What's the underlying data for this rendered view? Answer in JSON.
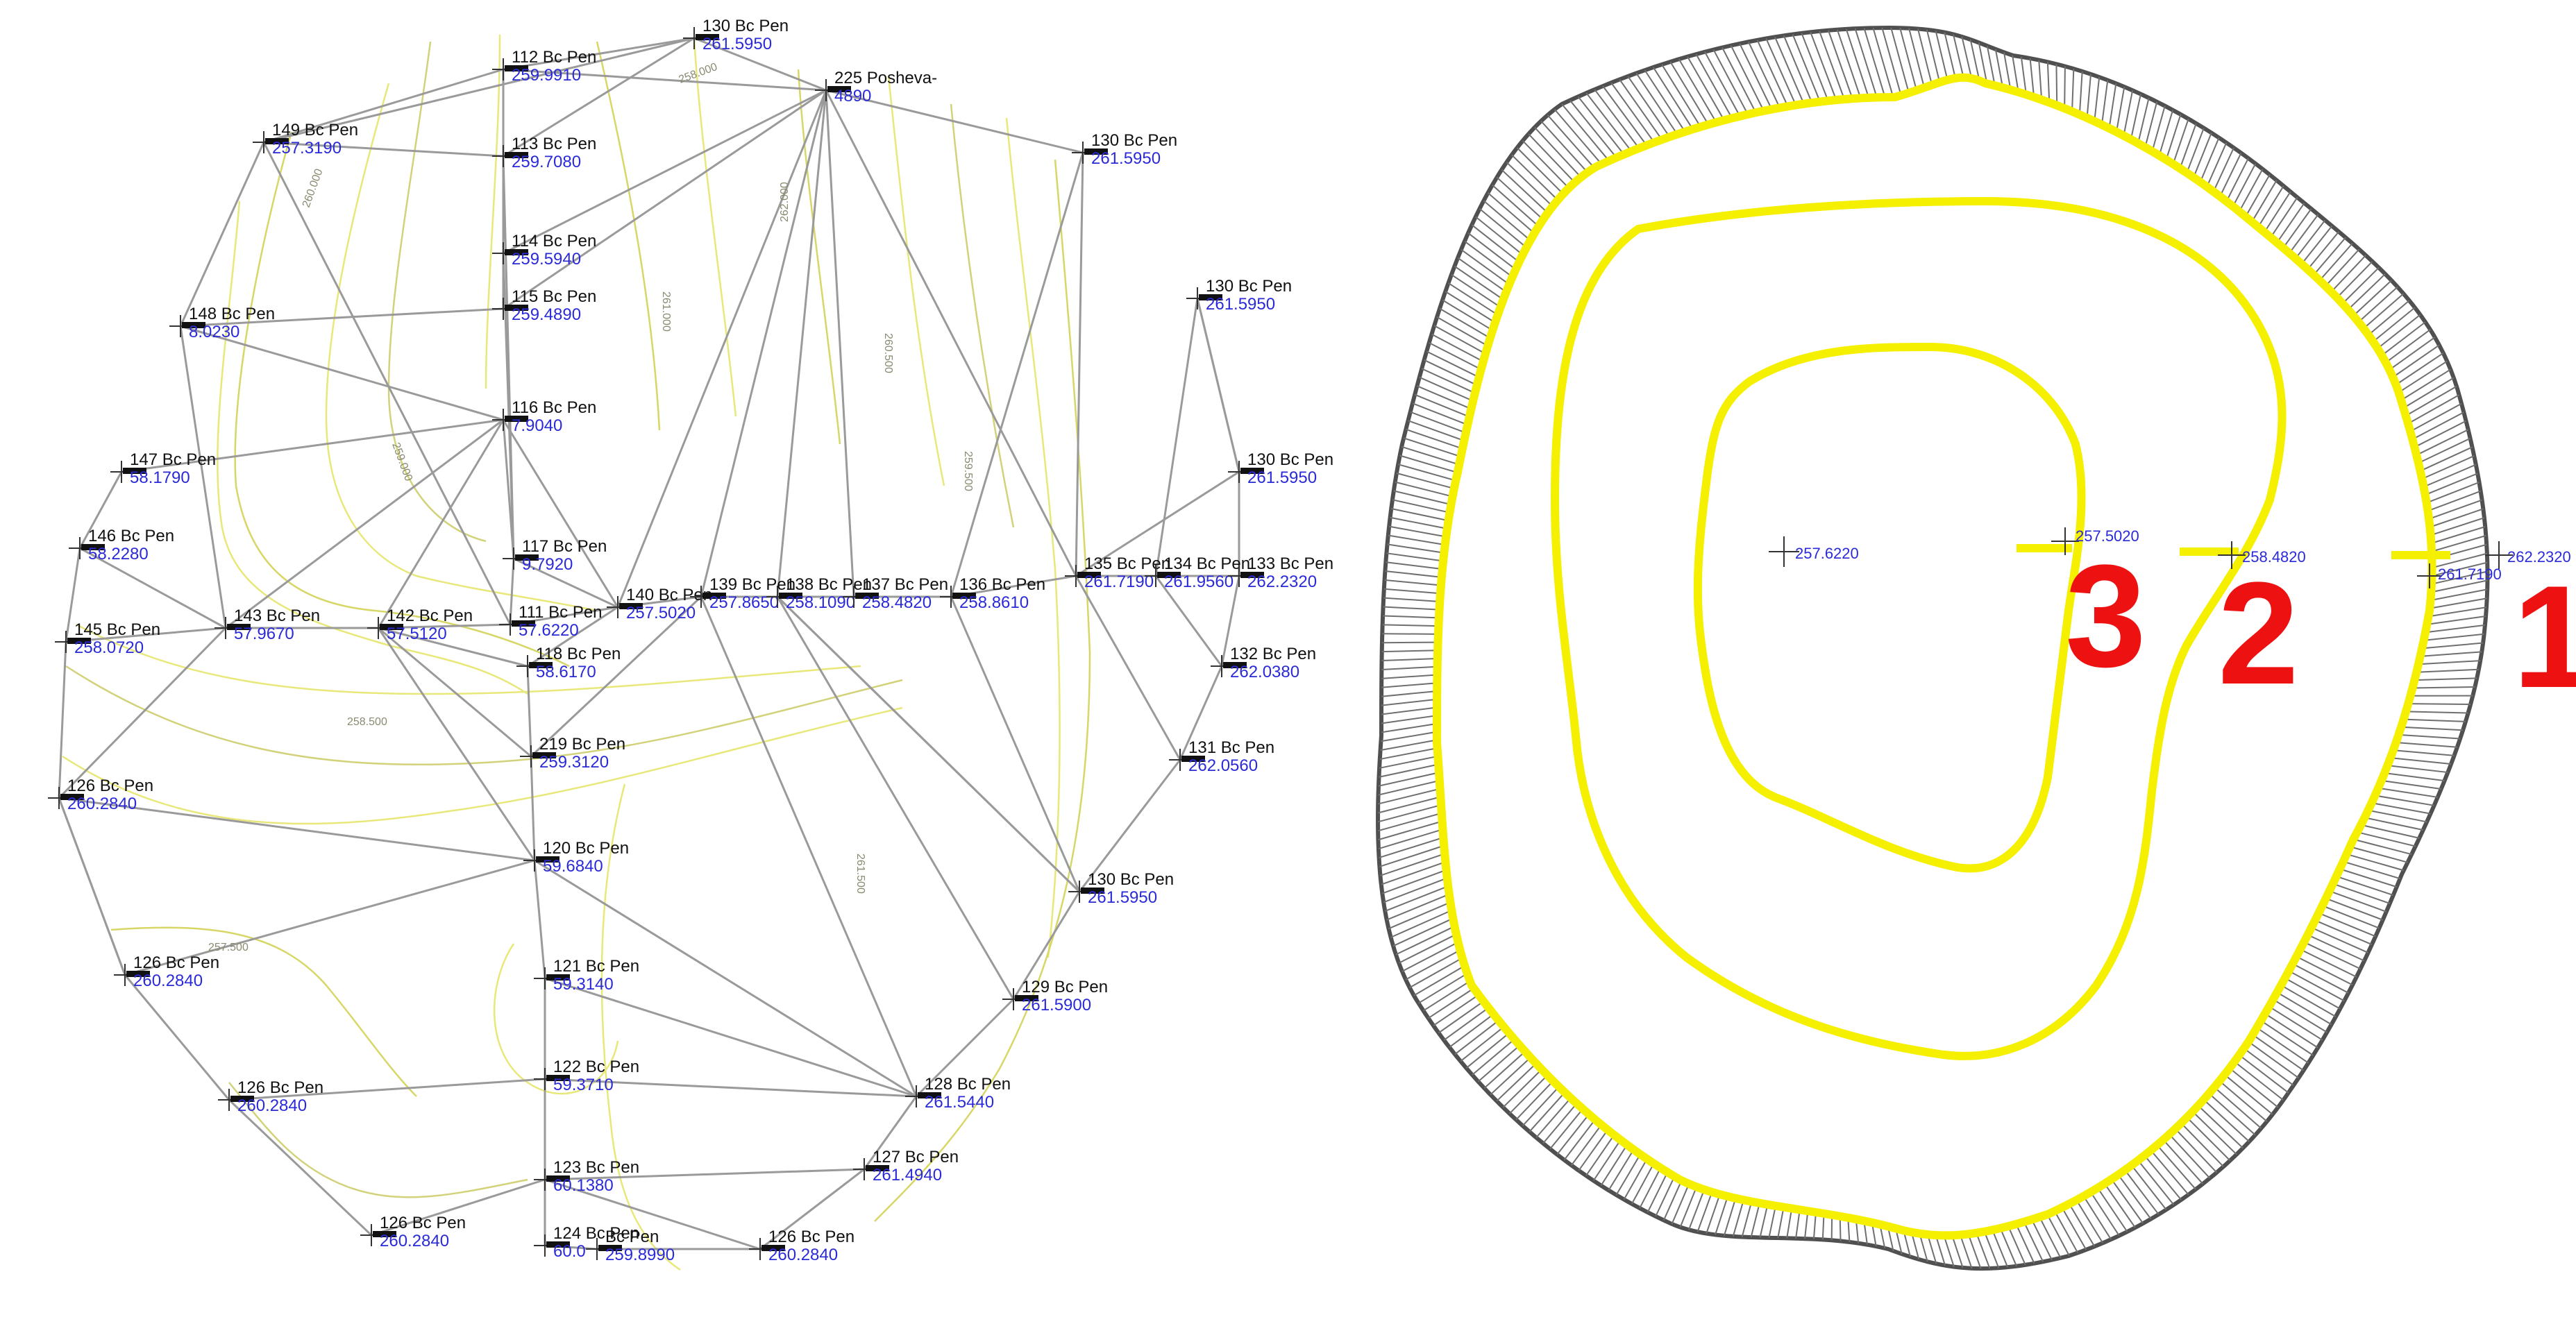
{
  "left_panel": {
    "points": [
      {
        "name": "130 Bc Pen",
        "elev": "261.5950"
      },
      {
        "name": "112 Bc Pen",
        "elev": "259.9910"
      },
      {
        "name": "225 Posheva-",
        "elev": "4890"
      },
      {
        "name": "149 Bc Pen",
        "elev": "257.3190"
      },
      {
        "name": "113 Bc Pen",
        "elev": "259.7080"
      },
      {
        "name": "130 Bc Pen",
        "elev": "261.5950"
      },
      {
        "name": "114 Bc Pen",
        "elev": "259.5940"
      },
      {
        "name": "115 Bc Pen",
        "elev": "259.4890"
      },
      {
        "name": "148 Bc Pen",
        "elev": "8.0230"
      },
      {
        "name": "130 Bc Pen",
        "elev": "261.5950"
      },
      {
        "name": "116 Bc Pen",
        "elev": "7.9040"
      },
      {
        "name": "147 Bc Pen",
        "elev": "58.1790"
      },
      {
        "name": "130 Bc Pen",
        "elev": "261.5950"
      },
      {
        "name": "146 Bc Pen",
        "elev": "58.2280"
      },
      {
        "name": "117 Bc Pen",
        "elev": "9.7920"
      },
      {
        "name": "135 Bc Pen",
        "elev": "261.7190"
      },
      {
        "name": "134 Bc Pen",
        "elev": "261.9560"
      },
      {
        "name": "133 Bc Pen",
        "elev": "262.2320"
      },
      {
        "name": "145 Bc Pen",
        "elev": "258.0720"
      },
      {
        "name": "143 Bc Pen",
        "elev": "57.9670"
      },
      {
        "name": "142 Bc Pen",
        "elev": "57.5120"
      },
      {
        "name": "111 Bc Pen",
        "elev": "57.6220"
      },
      {
        "name": "140 Bc Pen",
        "elev": "257.5020"
      },
      {
        "name": "139 Bc Pen",
        "elev": "257.8650"
      },
      {
        "name": "138 Bc Pen",
        "elev": "258.1090"
      },
      {
        "name": "137 Bc Pen",
        "elev": "258.4820"
      },
      {
        "name": "136 Bc Pen",
        "elev": "258.8610"
      },
      {
        "name": "118 Bc Pen",
        "elev": "58.6170"
      },
      {
        "name": "132 Bc Pen",
        "elev": "262.0380"
      },
      {
        "name": "219 Bc Pen",
        "elev": "259.3120"
      },
      {
        "name": "131 Bc Pen",
        "elev": "262.0560"
      },
      {
        "name": "126 Bc Pen",
        "elev": "260.2840"
      },
      {
        "name": "120 Bc Pen",
        "elev": "59.6840"
      },
      {
        "name": "130 Bc Pen",
        "elev": "261.5950"
      },
      {
        "name": "126 Bc Pen",
        "elev": "260.2840"
      },
      {
        "name": "121 Bc Pen",
        "elev": "59.3140"
      },
      {
        "name": "129 Bc Pen",
        "elev": "261.5900"
      },
      {
        "name": "122 Bc Pen",
        "elev": "59.3710"
      },
      {
        "name": "126 Bc Pen",
        "elev": "260.2840"
      },
      {
        "name": "128 Bc Pen",
        "elev": "261.5440"
      },
      {
        "name": "123 Bc Pen",
        "elev": "60.1380"
      },
      {
        "name": "127 Bc Pen",
        "elev": "261.4940"
      },
      {
        "name": "126 Bc Pen",
        "elev": "260.2840"
      },
      {
        "name": "124 Bc Pen",
        "elev": "60.0"
      },
      {
        "name": "Bc Pen",
        "elev": "259.8990"
      },
      {
        "name": "126 Bc Pen",
        "elev": "260.2840"
      }
    ],
    "contour_labels": [
      "260.000",
      "259.000",
      "258.000",
      "261.000",
      "262.000",
      "259.500",
      "260.500",
      "258.500",
      "257.500",
      "261.500"
    ]
  },
  "right_panel": {
    "center_elev": "257.6220",
    "markers": [
      {
        "number": "3",
        "elev": "257.5020"
      },
      {
        "number": "2",
        "elev": "258.4820"
      },
      {
        "number": "1",
        "elev": "262.2320",
        "elev_b": "261.7190"
      }
    ],
    "colors": {
      "contour": "#f5ef00",
      "bank": "#6f6f6f",
      "number": "#ee1111"
    }
  }
}
